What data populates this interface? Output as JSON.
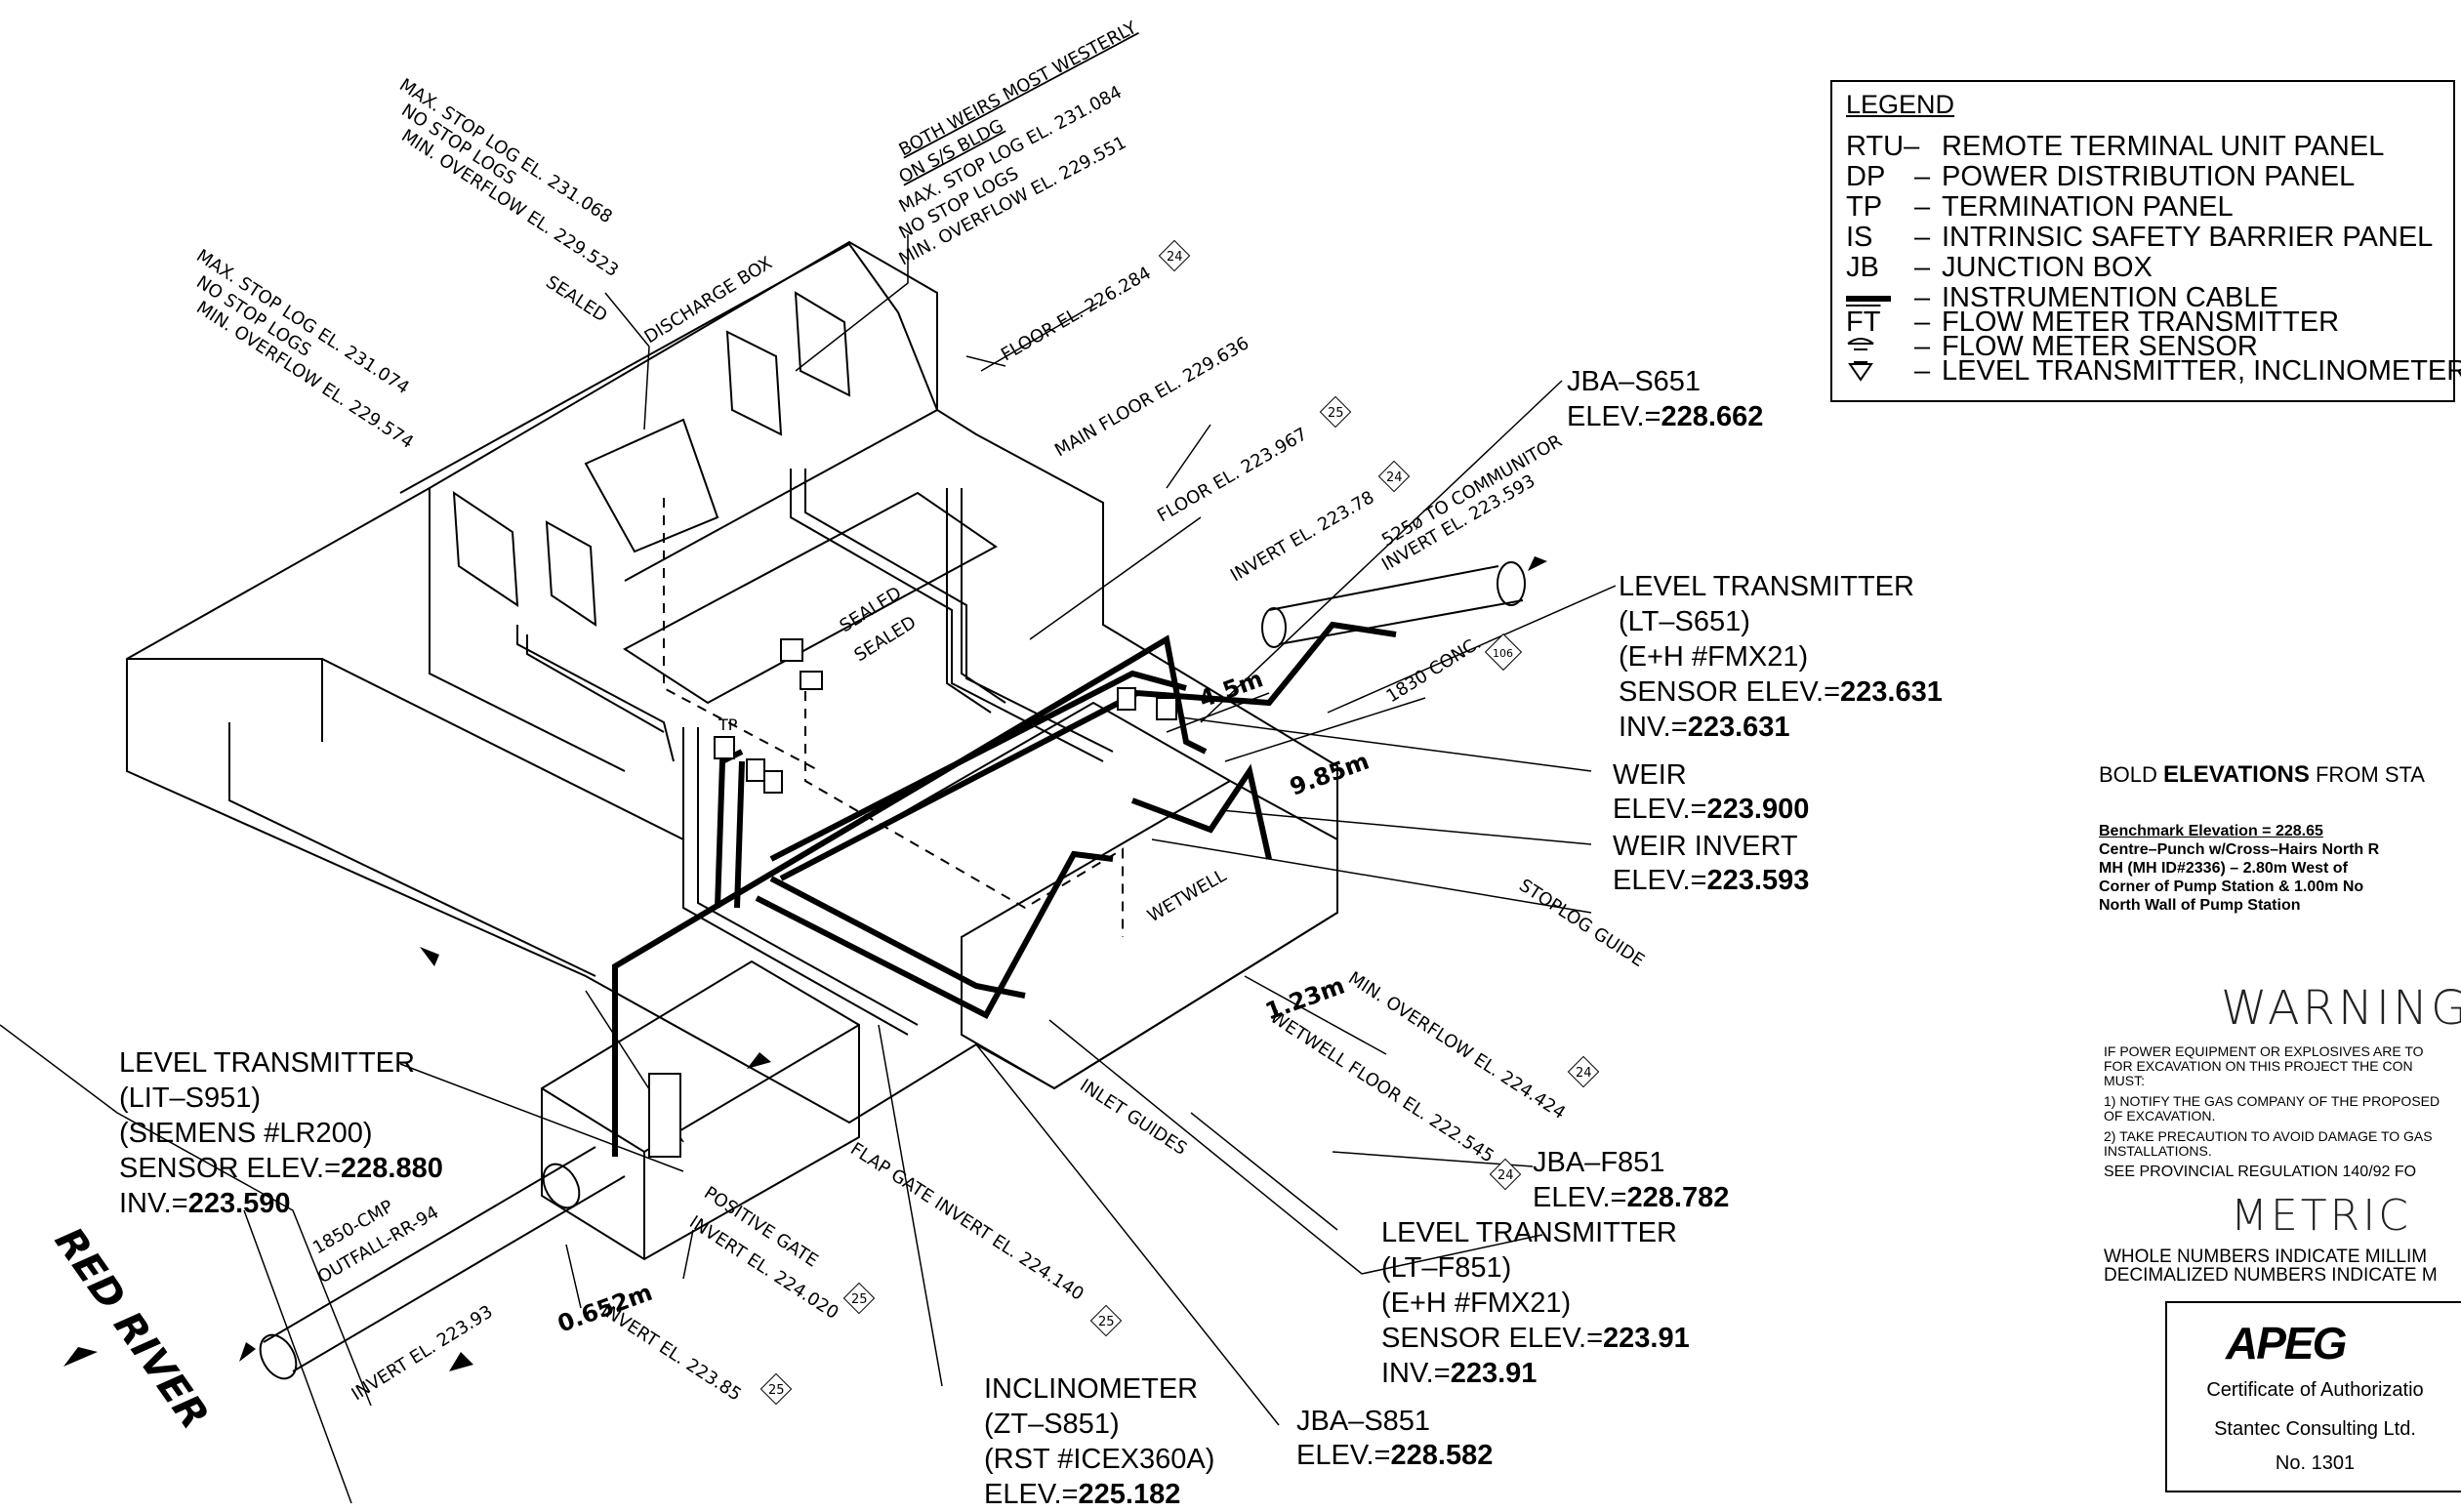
{
  "legend": {
    "title": "LEGEND",
    "rows": [
      {
        "key": "RTU–",
        "dash": "",
        "desc": "REMOTE TERMINAL UNIT PANEL"
      },
      {
        "key": "DP",
        "dash": "–",
        "desc": "POWER DISTRIBUTION PANEL"
      },
      {
        "key": "TP",
        "dash": "–",
        "desc": "TERMINATION PANEL"
      },
      {
        "key": "IS",
        "dash": "–",
        "desc": "INTRINSIC SAFETY BARRIER PANEL"
      },
      {
        "key": "JB",
        "dash": "–",
        "desc": "JUNCTION BOX"
      },
      {
        "key": "",
        "dash": "–",
        "desc": "INSTRUMENTION CABLE"
      },
      {
        "key": "FT",
        "dash": "–",
        "desc": "FLOW METER TRANSMITTER"
      },
      {
        "key": "",
        "dash": "–",
        "desc": "FLOW METER SENSOR"
      },
      {
        "key": "",
        "dash": "–",
        "desc": "LEVEL TRANSMITTER, INCLINOMETER"
      }
    ]
  },
  "notes": {
    "bold_elev_prefix": "BOLD ",
    "bold_elev_bold": "ELEVATIONS",
    "bold_elev_suffix": " FROM STA",
    "benchmark_1": "Benchmark Elevation = 228.65",
    "benchmark_2": "Centre–Punch w/Cross–Hairs North R",
    "benchmark_3": "MH (MH ID#2336) – 2.80m West of",
    "benchmark_4": "Corner of Pump Station & 1.00m No",
    "benchmark_5": "North Wall of Pump Station"
  },
  "warning": {
    "title": "WARNING",
    "l1": "IF POWER EQUIPMENT OR EXPLOSIVES ARE TO",
    "l2": "FOR EXCAVATION ON THIS PROJECT THE CON",
    "l3": "MUST:",
    "l4": "1) NOTIFY THE GAS COMPANY OF THE PROPOSED",
    "l5": "OF EXCAVATION.",
    "l6": "2) TAKE PRECAUTION TO AVOID DAMAGE TO GAS",
    "l7": "INSTALLATIONS.",
    "l8": "SEE PROVINCIAL REGULATION 140/92 FO"
  },
  "metric": {
    "title": "METRIC",
    "l1": "WHOLE NUMBERS INDICATE MILLIM",
    "l2": "DECIMALIZED NUMBERS INDICATE M"
  },
  "cert": {
    "logo": "APEG",
    "line1": "Certificate of Authorizatio",
    "line2": "Stantec Consulting Ltd.",
    "line3": "No. 1301"
  },
  "callouts": {
    "jba_s651": {
      "name": "JBA–S651",
      "elev_prefix": "ELEV.=",
      "elev": "228.662"
    },
    "lt_s651": {
      "l1": "LEVEL TRANSMITTER",
      "l2": "(LT–S651)",
      "l3": "(E+H #FMX21)",
      "sensor_prefix": "SENSOR ELEV.=",
      "sensor": "223.631",
      "inv_prefix": "INV.=",
      "inv": "223.631"
    },
    "weir": {
      "l1": "WEIR",
      "elev_prefix": "ELEV.=",
      "elev": "223.900"
    },
    "weir_invert": {
      "l1": "WEIR INVERT",
      "elev_prefix": "ELEV.=",
      "elev": "223.593"
    },
    "jba_f851": {
      "name": "JBA–F851",
      "elev_prefix": "ELEV.=",
      "elev": "228.782"
    },
    "lt_f851": {
      "l1": "LEVEL TRANSMITTER",
      "l2": "(LT–F851)",
      "l3": "(E+H #FMX21)",
      "sensor_prefix": "SENSOR ELEV.=",
      "sensor": "223.91",
      "inv_prefix": "INV.=",
      "inv": "223.91"
    },
    "jba_s851": {
      "name": "JBA–S851",
      "elev_prefix": "ELEV.=",
      "elev": "228.582"
    },
    "inclinometer": {
      "l1": "INCLINOMETER",
      "l2": "(ZT–S851)",
      "l3": "(RST #ICEX360A)",
      "elev_prefix": "ELEV.=",
      "elev": "225.182"
    },
    "lit_s951": {
      "l1": "LEVEL TRANSMITTER",
      "l2": "(LIT–S951)",
      "l3": "(SIEMENS #LR200)",
      "sensor_prefix": "SENSOR ELEV.=",
      "sensor": "228.880",
      "inv_prefix": "INV.=",
      "inv": "223.590"
    }
  },
  "rotated_labels": {
    "stop1_a": "MAX. STOP LOG EL. 231.068",
    "stop1_b": "NO STOP LOGS",
    "stop1_c": "MIN. OVERFLOW EL. 229.523",
    "stop2_a": "MAX. STOP LOG EL. 231.074",
    "stop2_b": "NO STOP LOGS",
    "stop2_c": "MIN. OVERFLOW EL. 229.574",
    "weirs_a": "BOTH WEIRS MOST WESTERLY",
    "weirs_b": "ON S/S BLDG",
    "weirs_c": "MAX. STOP LOG EL. 231.084",
    "weirs_d": "NO STOP LOGS",
    "weirs_e": "MIN. OVERFLOW EL. 229.551",
    "sealed1": "SEALED",
    "discharge": "DISCHARGE BOX",
    "floor1": "FLOOR EL. 226.284",
    "main_floor": "MAIN FLOOR EL. 229.636",
    "floor2": "FLOOR EL. 223.967",
    "invert1": "INVERT EL. 223.78",
    "pipe525_a": "525ø TO COMMUNITOR",
    "pipe525_b": "INVERT EL. 223.593",
    "conc": "1830 CONC.",
    "sealed2": "SEALED",
    "sealed3": "SEALED",
    "dim45": "4.5m",
    "dim985": "9.85m",
    "dim123": "1.23m",
    "dim0652": "0.652m",
    "wetwell": "WETWELL",
    "stoplog_guide": "STOPLOG GUIDE",
    "min_overflow": "MIN. OVERFLOW EL. 224.424",
    "wetwell_floor": "WETWELL FLOOR EL. 222.545",
    "inlet_guides": "INLET GUIDES",
    "flap_gate": "FLAP GATE INVERT EL. 224.140",
    "positive_gate": "POSITIVE GATE",
    "invert_224": "INVERT EL. 224.020",
    "invert_22385": "INVERT EL. 223.85",
    "invert_22393": "INVERT EL. 223.93",
    "outfall_a": "1850-CMP",
    "outfall_b": "OUTFALL-RR-94",
    "red_river": "RED RIVER",
    "tp": "TP"
  },
  "tags": {
    "t24": "24",
    "t25": "25",
    "t106": "106"
  }
}
